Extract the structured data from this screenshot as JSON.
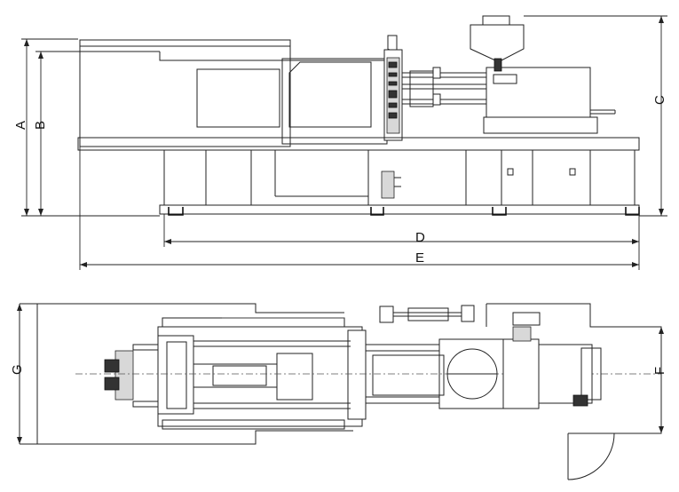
{
  "title": "",
  "views": {
    "side_view": {
      "dimensions": {
        "A": "A",
        "B": "B",
        "C": "C",
        "D": "D",
        "E": "E"
      }
    },
    "top_view": {
      "dimensions": {
        "F": "F",
        "G": "G"
      }
    }
  },
  "colors": {
    "line": "#222222",
    "background": "#ffffff"
  }
}
